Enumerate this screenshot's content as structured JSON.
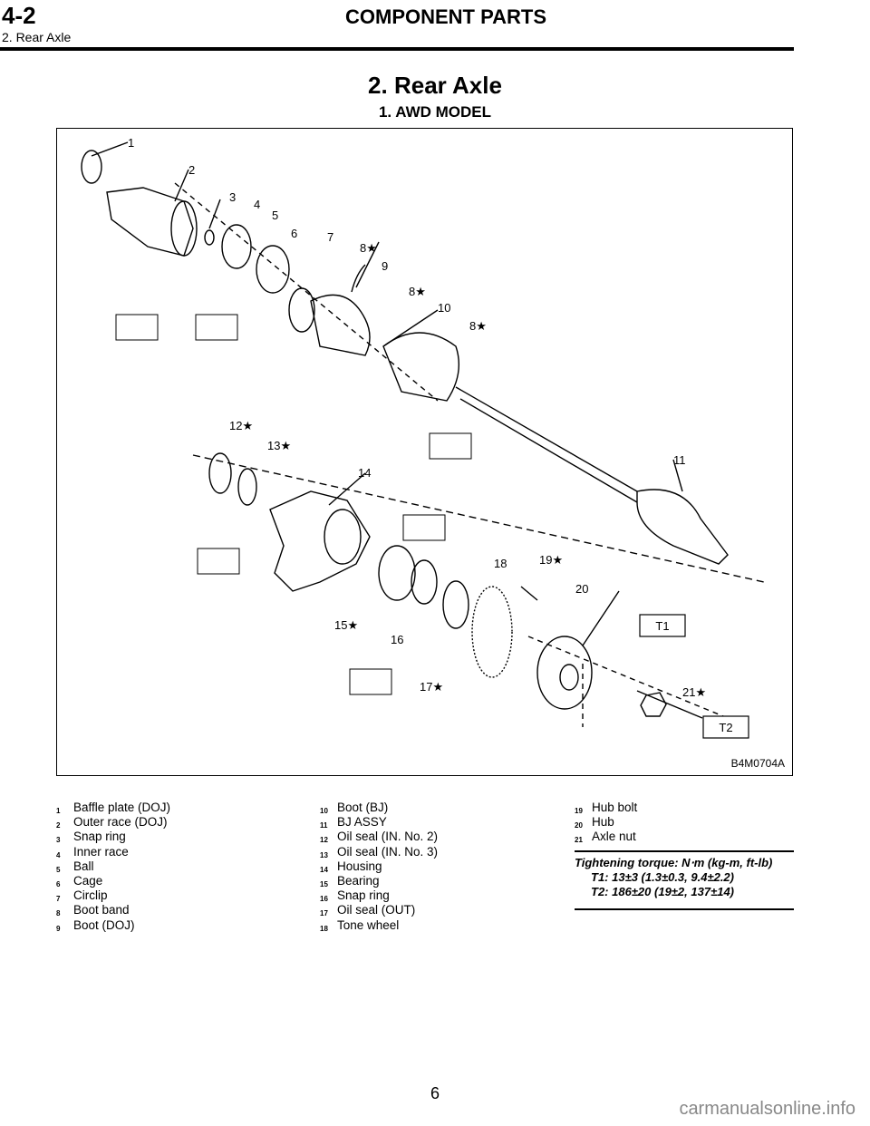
{
  "header": {
    "section_number": "4-2",
    "title": "COMPONENT PARTS",
    "subtitle": "2. Rear Axle"
  },
  "page_title": "2. Rear Axle",
  "section_title": "1. AWD MODEL",
  "figure": {
    "code": "B4M0704A",
    "torque_labels": [
      "T1",
      "T2"
    ]
  },
  "legend": {
    "col1": [
      {
        "num": "1",
        "label": "Baffle plate (DOJ)"
      },
      {
        "num": "2",
        "label": "Outer race (DOJ)"
      },
      {
        "num": "3",
        "label": "Snap ring"
      },
      {
        "num": "4",
        "label": "Inner race"
      },
      {
        "num": "5",
        "label": "Ball"
      },
      {
        "num": "6",
        "label": "Cage"
      },
      {
        "num": "7",
        "label": "Circlip"
      },
      {
        "num": "8",
        "label": "Boot band"
      },
      {
        "num": "9",
        "label": "Boot (DOJ)"
      }
    ],
    "col2": [
      {
        "num": "10",
        "label": "Boot (BJ)"
      },
      {
        "num": "11",
        "label": "BJ ASSY"
      },
      {
        "num": "12",
        "label": "Oil seal (IN. No. 2)"
      },
      {
        "num": "13",
        "label": "Oil seal (IN. No. 3)"
      },
      {
        "num": "14",
        "label": "Housing"
      },
      {
        "num": "15",
        "label": "Bearing"
      },
      {
        "num": "16",
        "label": "Snap ring"
      },
      {
        "num": "17",
        "label": "Oil seal (OUT)"
      },
      {
        "num": "18",
        "label": "Tone wheel"
      }
    ],
    "col3": [
      {
        "num": "19",
        "label": "Hub bolt"
      },
      {
        "num": "20",
        "label": "Hub"
      },
      {
        "num": "21",
        "label": "Axle nut"
      }
    ]
  },
  "torque": {
    "heading": "Tightening torque: N⋅m (kg-m, ft-lb)",
    "t1": "T1: 13±3 (1.3±0.3, 9.4±2.2)",
    "t2": "T2: 186±20 (19±2, 137±14)"
  },
  "page_number": "6",
  "watermark": "carmanualsonline.info"
}
